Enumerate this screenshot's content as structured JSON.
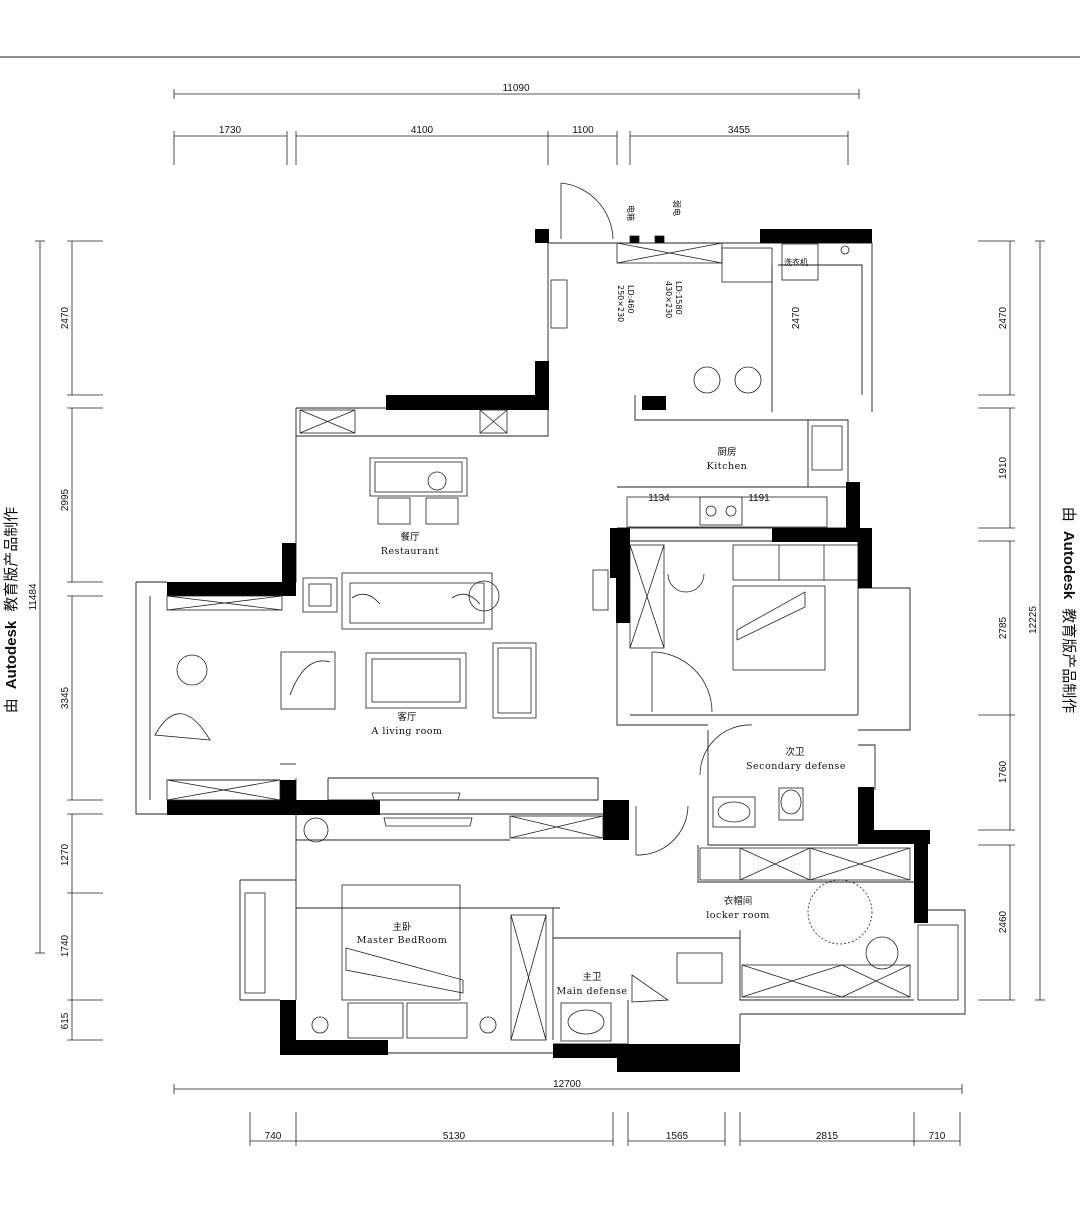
{
  "dimensions": {
    "top_total": "11090",
    "top": [
      "1730",
      "4100",
      "1100",
      "3455"
    ],
    "left_total": "11484",
    "left": [
      "2470",
      "2995",
      "3345",
      "1270",
      "1740",
      "615"
    ],
    "right_total": "12225",
    "right": [
      "2470",
      "1910",
      "2785",
      "1760",
      "2460"
    ],
    "bottom_total": "12700",
    "bottom": [
      "740",
      "5130",
      "1565",
      "2815",
      "710"
    ],
    "kitchen_inner": [
      "1134",
      "1191"
    ],
    "balcony_inner": "2470"
  },
  "rooms": {
    "restaurant": {
      "zh": "餐厅",
      "en": "Restaurant"
    },
    "living": {
      "zh": "客厅",
      "en": "A living room"
    },
    "kitchen": {
      "zh": "厨房",
      "en": "Kitchen"
    },
    "secondary": {
      "zh": "次卫",
      "en": "Secondary defense"
    },
    "locker": {
      "zh": "衣帽间",
      "en": "locker room"
    },
    "master_bed": {
      "zh": "主卧",
      "en": "Master BedRoom"
    },
    "main_bath": {
      "zh": "主卫",
      "en": "Main defense"
    }
  },
  "labels": {
    "washer": "洗衣机",
    "meter_1": "电箱",
    "meter_2": "弱电",
    "kitchen_note_1": "LD:1580",
    "kitchen_note_2": "430×230",
    "kitchen_note_3": "LD:460",
    "kitchen_note_4": "250×230"
  },
  "watermark": {
    "prefix": "由",
    "brand": "Autodesk",
    "suffix": "教育版产品制作"
  }
}
